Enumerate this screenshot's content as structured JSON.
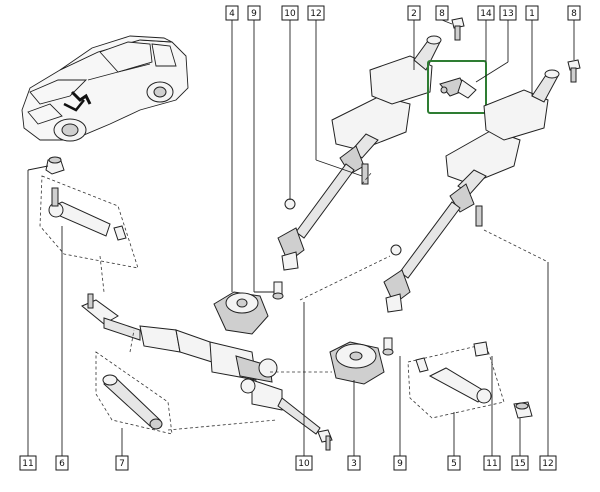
{
  "callouts": {
    "n4": "4",
    "n9a": "9",
    "n10a": "10",
    "n12a": "12",
    "n2": "2",
    "n8a": "8",
    "n14": "14",
    "n13": "13",
    "n1": "1",
    "n8b": "8",
    "n11a": "11",
    "n6": "6",
    "n7": "7",
    "n10b": "10",
    "n3": "3",
    "n9b": "9",
    "n5": "5",
    "n11b": "11",
    "n15": "15",
    "n12b": "12"
  },
  "colors": {
    "highlight": "#2e7d32",
    "line": "#222222"
  }
}
